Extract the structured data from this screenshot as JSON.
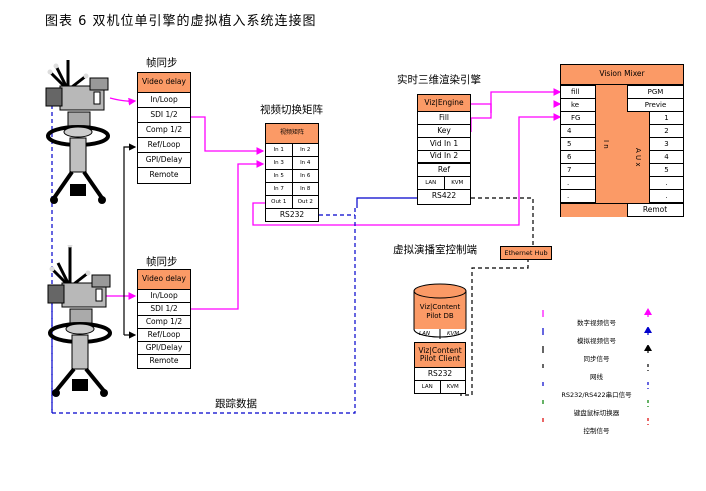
{
  "title": "图表 6 双机位单引擎的虚拟植入系统连接图",
  "colors": {
    "device_fill": "#fb9a66",
    "digital_video": "#ff00ff",
    "analog_video": "#0000cc",
    "sync": "#000000",
    "network": "#000000",
    "serial": "#0000cc",
    "kvm": "#008000",
    "control": "#dd0000"
  },
  "frame_sync_top": {
    "label": "帧同步",
    "header": "Video delay",
    "ports": [
      "In/Loop",
      "SDI 1/2",
      "Comp 1/2",
      "Ref/Loop",
      "GPI/Delay",
      "Remote"
    ]
  },
  "frame_sync_bottom": {
    "label": "帧同步",
    "header": "Video delay",
    "ports": [
      "In/Loop",
      "SDI 1/2",
      "Comp 1/2",
      "Ref/Loop",
      "GPI/Delay",
      "Remote"
    ]
  },
  "matrix": {
    "label": "视频切换矩阵",
    "header": "视频矩阵",
    "ports": [
      [
        "In 1",
        "In 2"
      ],
      [
        "In 3",
        "In 4"
      ],
      [
        "In 5",
        "In 6"
      ],
      [
        "In 7",
        "In 8"
      ],
      [
        "Out 1",
        "Out 2"
      ]
    ],
    "serial": "RS232"
  },
  "engine": {
    "label": "实时三维渲染引擎",
    "header": "Viz|Engine",
    "ports": [
      "Fill",
      "Key",
      "Vid In 1",
      "Vid In 2",
      "Ref"
    ],
    "lan": "LAN",
    "kvm": "KVM",
    "serial": "RS422"
  },
  "vision_mixer": {
    "header": "Vision Mixer",
    "inputs": [
      "fill",
      "ke",
      "FG",
      "4",
      "5",
      "6",
      "7",
      ".",
      "."
    ],
    "in_label": "I n",
    "aux_label": "A U x",
    "outputs_top": [
      "PGM",
      "Previe"
    ],
    "aux_outputs": [
      "1",
      "2",
      "3",
      "4",
      "5",
      ".",
      "."
    ],
    "remote": "Remot"
  },
  "control_room": {
    "label": "虚拟演播室控制端",
    "hub": "Ethernet Hub",
    "db": "Viz|Content Pilot DB",
    "db_ports": [
      "LAN",
      "KVM"
    ],
    "client": "Viz|Content Pilot Client",
    "client_serial": "RS232",
    "client_ports": [
      "LAN",
      "KVM"
    ]
  },
  "tracking_label": "跟踪数据",
  "cameras": [
    {
      "name": "camera-top"
    },
    {
      "name": "camera-bottom"
    }
  ],
  "legend": [
    {
      "label": "数字视频信号",
      "color": "#ff00ff",
      "style": "solid",
      "arrow": true
    },
    {
      "label": "模拟视频信号",
      "color": "#0000cc",
      "style": "solid",
      "arrow": true
    },
    {
      "label": "同步信号",
      "color": "#000000",
      "style": "solid",
      "arrow": true
    },
    {
      "label": "网线",
      "color": "#000000",
      "style": "dashed",
      "arrow": false
    },
    {
      "label": "RS232/RS422串口信号",
      "color": "#0000cc",
      "style": "dashed",
      "arrow": false
    },
    {
      "label": "键盘鼠标切换器",
      "color": "#008000",
      "style": "dashed",
      "arrow": false
    },
    {
      "label": "控制信号",
      "color": "#dd0000",
      "style": "dashed",
      "arrow": false
    }
  ]
}
